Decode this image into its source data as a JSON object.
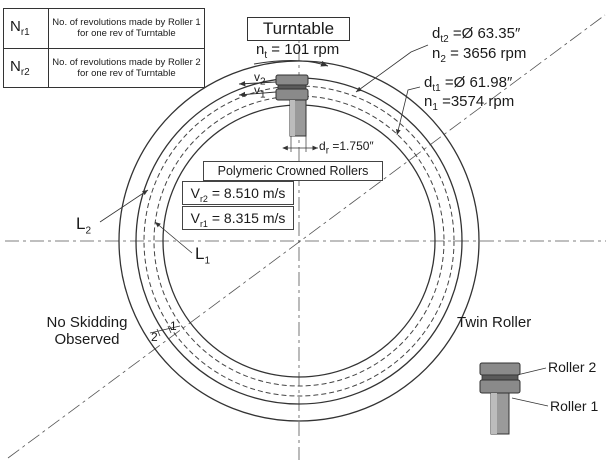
{
  "legend": [
    {
      "symbol": "N",
      "sub": "r1",
      "description": "No. of revolutions made by Roller 1 for one rev of Turntable"
    },
    {
      "symbol": "N",
      "sub": "r2",
      "description": "No. of revolutions made by Roller 2 for one rev of Turntable"
    }
  ],
  "turntable": {
    "title": "Turntable",
    "speed_sym": "n",
    "speed_sub": "t",
    "speed_value": "= 101 rpm"
  },
  "dimensions": {
    "dt2_sym": "d",
    "dt2_sub": "t2",
    "dt2_value": "=Ø 63.35″",
    "n2_sym": "n",
    "n2_sub": "2",
    "n2_value": "= 3656 rpm",
    "dt1_sym": "d",
    "dt1_sub": "t1",
    "dt1_value": "=Ø 61.98″",
    "n1_sym": "n",
    "n1_sub": "1",
    "n1_value": "=3574 rpm",
    "dr_sym": "d",
    "dr_sub": "r",
    "dr_value": "=1.750″"
  },
  "rollers_box": {
    "title": "Polymeric Crowned Rollers",
    "vr2_sym": "V",
    "vr2_sub": "r2",
    "vr2_value": "= 8.510 m/s",
    "vr1_sym": "V",
    "vr1_sub": "r1",
    "vr1_value": "= 8.315 m/s"
  },
  "velocity_labels": {
    "v2_sym": "v",
    "v2_sub": "2",
    "v1_sym": "v",
    "v1_sub": "1"
  },
  "paths": {
    "l2_sym": "L",
    "l2_sub": "2",
    "l1_sym": "L",
    "l1_sub": "1"
  },
  "skidding": {
    "line1": "No Skidding",
    "line2": "Observed",
    "mark2": "2",
    "mark1": "1"
  },
  "twin_roller": {
    "title": "Twin Roller",
    "roller2": "Roller 2",
    "roller1": "Roller 1"
  },
  "colors": {
    "line": "#333333",
    "roller_fill": "#8a8a8a",
    "roller_dark": "#5a5a5a"
  }
}
